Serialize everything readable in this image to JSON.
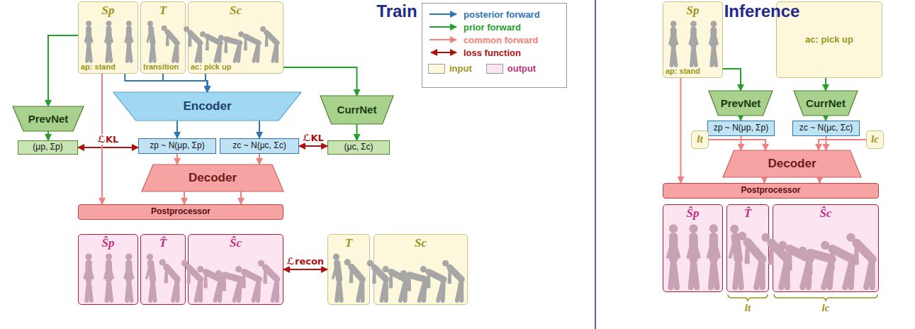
{
  "diagram": {
    "nodes": [
      {
        "text": [
          "Sp",
          "ap: stand"
        ]
      },
      {
        "text": [
          "T",
          "transition"
        ]
      },
      {
        "text": [
          "Sc",
          "ac: pick up"
        ]
      },
      {
        "text": [
          "PrevNet"
        ]
      },
      {
        "text": [
          "Encoder"
        ]
      },
      {
        "text": [
          "CurrNet"
        ]
      },
      {
        "text": [
          "(μp, Σp)"
        ]
      },
      {
        "text": [
          "zp ~ N(μp, Σp)"
        ]
      },
      {
        "text": [
          "zc ~ N(μc, Σc)"
        ]
      },
      {
        "text": [
          "(μc, Σc)"
        ]
      },
      {
        "text": [
          "Decoder"
        ]
      },
      {
        "text": [
          "Postprocessor"
        ]
      },
      {
        "text": [
          "Ŝp"
        ]
      },
      {
        "text": [
          "T̂"
        ]
      },
      {
        "text": [
          "Ŝc"
        ]
      },
      {
        "text": [
          "T"
        ]
      },
      {
        "text": [
          "Sc"
        ]
      },
      {
        "text": [
          "Sp",
          "ap: stand"
        ]
      },
      {
        "text": [
          "ac: pick up"
        ]
      },
      {
        "text": [
          "PrevNet"
        ]
      },
      {
        "text": [
          "CurrNet"
        ]
      },
      {
        "text": [
          "zp ~ N(μp, Σp)"
        ]
      },
      {
        "text": [
          "zc ~ N(μc, Σc)"
        ]
      },
      {
        "text": [
          "lt"
        ]
      },
      {
        "text": [
          "lc"
        ]
      },
      {
        "text": [
          "Decoder"
        ]
      },
      {
        "text": [
          "Postprocessor"
        ]
      },
      {
        "text": [
          "Ŝp"
        ]
      },
      {
        "text": [
          "T̂"
        ]
      },
      {
        "text": [
          "Ŝc"
        ]
      }
    ],
    "edges": [
      {
        "from": 0,
        "to": 3,
        "arrow": "to"
      },
      {
        "from": 2,
        "to": 5,
        "arrow": "to"
      },
      {
        "from": 3,
        "to": 6,
        "arrow": "to"
      },
      {
        "from": 5,
        "to": 9,
        "arrow": "to"
      },
      {
        "from": 0,
        "to": 4,
        "arrow": "to"
      },
      {
        "from": 1,
        "to": 4,
        "arrow": "to"
      },
      {
        "from": 2,
        "to": 4,
        "arrow": "to"
      },
      {
        "from": 4,
        "to": 7,
        "arrow": "to"
      },
      {
        "from": 4,
        "to": 8,
        "arrow": "to"
      },
      {
        "from": 6,
        "to": 7,
        "arrow": "both",
        "label": "ℒKL"
      },
      {
        "from": 8,
        "to": 9,
        "arrow": "both",
        "label": "ℒKL"
      },
      {
        "from": 7,
        "to": 10,
        "arrow": "to"
      },
      {
        "from": 8,
        "to": 10,
        "arrow": "to"
      },
      {
        "from": 10,
        "to": 11,
        "arrow": "to"
      },
      {
        "from": 10,
        "to": 11,
        "arrow": "to"
      },
      {
        "from": 0,
        "to": 11,
        "arrow": "to"
      },
      {
        "from": 14,
        "to": 15,
        "arrow": "both",
        "label": "ℒrecon"
      },
      {
        "from": 17,
        "to": 19,
        "arrow": "to"
      },
      {
        "from": 18,
        "to": 20,
        "arrow": "to"
      },
      {
        "from": 19,
        "to": 21,
        "arrow": "to"
      },
      {
        "from": 20,
        "to": 22,
        "arrow": "to"
      },
      {
        "from": 21,
        "to": 25,
        "arrow": "to"
      },
      {
        "from": 22,
        "to": 25,
        "arrow": "to"
      },
      {
        "from": 23,
        "to": 25,
        "arrow": "to"
      },
      {
        "from": 24,
        "to": 25,
        "arrow": "to"
      },
      {
        "from": 25,
        "to": 26,
        "arrow": "to"
      },
      {
        "from": 25,
        "to": 26,
        "arrow": "to"
      },
      {
        "from": 17,
        "to": 26,
        "arrow": "to"
      }
    ],
    "labels": [
      "Train",
      "Inference",
      "lt",
      "lc"
    ],
    "legend": [
      {
        "text": "posterior forward"
      },
      {
        "text": "prior forward"
      },
      {
        "text": "common forward"
      },
      {
        "text": "loss function"
      },
      {
        "text": "input",
        "color": "#fdf8dc"
      },
      {
        "text": "output",
        "color": "#fce4f1"
      }
    ]
  }
}
